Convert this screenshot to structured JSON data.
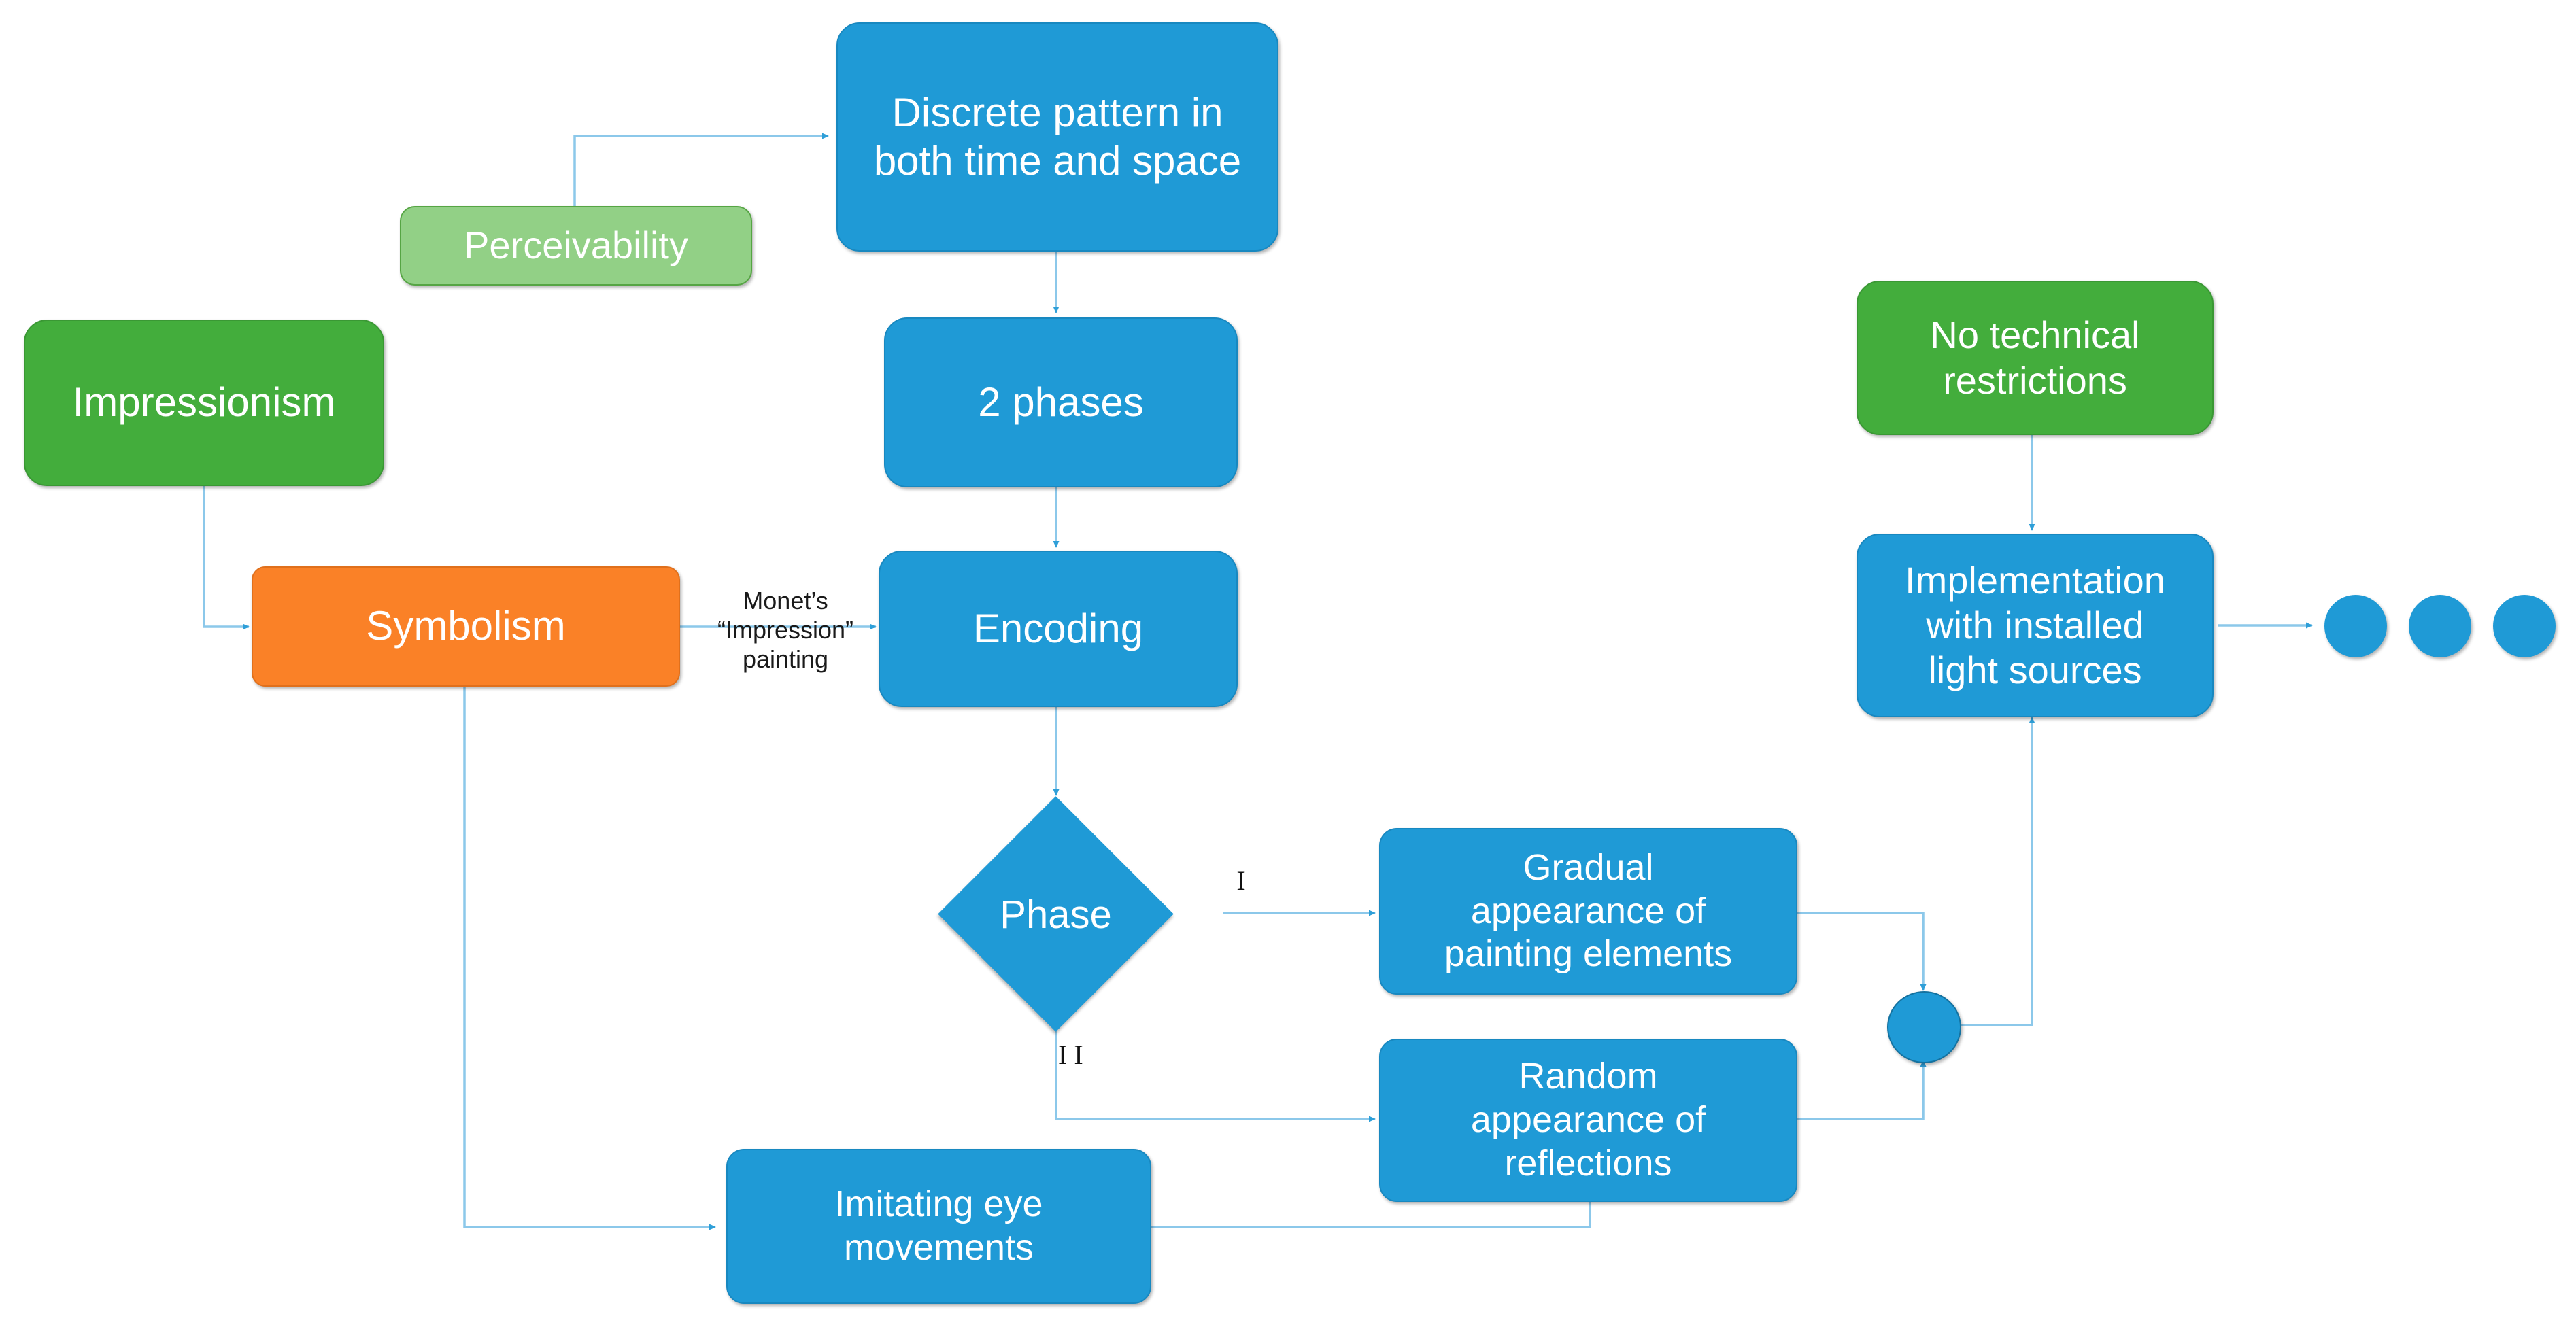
{
  "diagram": {
    "title": "Impressionism light-art implementation flowchart",
    "background": "#ffffff",
    "colors": {
      "blue": "#1F9AD6",
      "green": "#43AD3C",
      "light_green": "#92D086",
      "orange": "#FA8127",
      "connector": "#8CC8EA",
      "text_on_shape": "#FFFFFF",
      "label_text": "#111111"
    }
  },
  "nodes": {
    "discrete_pattern": {
      "label": "Discrete pattern in\nboth time and space",
      "color": "blue"
    },
    "perceivability": {
      "label": "Perceivability",
      "color": "light_green"
    },
    "impressionism": {
      "label": "Impressionism",
      "color": "green"
    },
    "two_phases": {
      "label": "2 phases",
      "color": "blue"
    },
    "symbolism": {
      "label": "Symbolism",
      "color": "orange"
    },
    "encoding": {
      "label": "Encoding",
      "color": "blue"
    },
    "no_tech": {
      "label": "No technical\nrestrictions",
      "color": "green"
    },
    "implementation": {
      "label": "Implementation\nwith installed\nlight sources",
      "color": "blue"
    },
    "phase": {
      "label": "Phase",
      "color": "blue",
      "shape": "diamond"
    },
    "gradual": {
      "label": "Gradual\nappearance of\npainting elements",
      "color": "blue"
    },
    "random": {
      "label": "Random\nappearance of\nreflections",
      "color": "blue"
    },
    "imitating": {
      "label": "Imitating eye\nmovements",
      "color": "blue"
    },
    "merge_node": {
      "label": "",
      "color": "blue",
      "shape": "circle"
    },
    "dot_1": {
      "label": "",
      "color": "blue",
      "shape": "circle"
    },
    "dot_2": {
      "label": "",
      "color": "blue",
      "shape": "circle"
    },
    "dot_3": {
      "label": "",
      "color": "blue",
      "shape": "circle"
    }
  },
  "edge_labels": {
    "monet": "Monet’s\n“Impression”\npainting",
    "phase_branch_1": "I",
    "phase_branch_2": "I I"
  }
}
